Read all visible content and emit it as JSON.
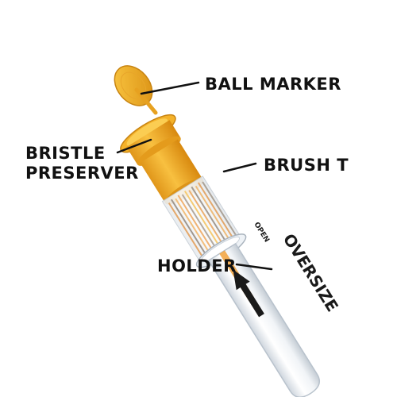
{
  "callouts": {
    "ball_marker": "BALL MARKER",
    "bristle_preserver_line1": "BRISTLE",
    "bristle_preserver_line2": "PRESERVER",
    "brush_t": "BRUSH T",
    "holder": "HOLDER"
  },
  "product_text": {
    "brand": "OPEN",
    "size": "OVERSIZE"
  },
  "colors": {
    "accent_yellow": "#f6b322",
    "accent_yellow_dark": "#d58f10",
    "bristle_orange": "#e88a2a",
    "tube_clear": "#eef2f6",
    "tube_edge": "#b8c2cc",
    "label_text": "#111111",
    "leader_line": "#111111"
  }
}
